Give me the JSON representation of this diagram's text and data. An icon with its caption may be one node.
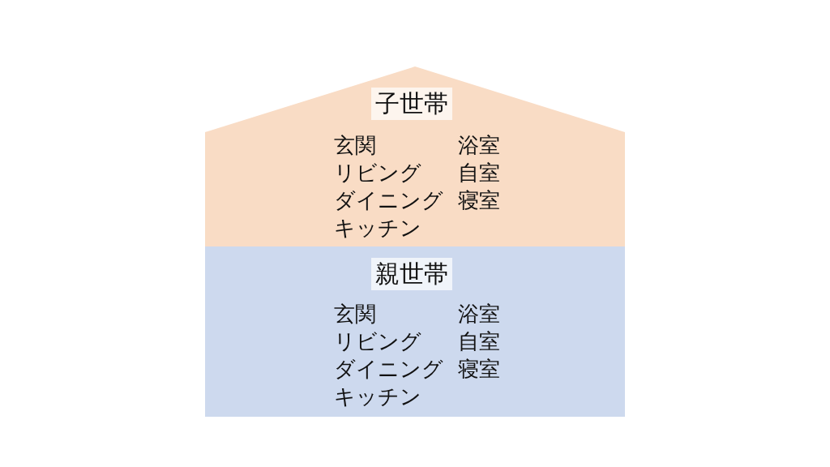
{
  "diagram": {
    "nodes": [
      {
        "text": [
          "子世帯",
          "玄関",
          "リビング",
          "ダイニング",
          "キッチン",
          "浴室",
          "自室",
          "寝室"
        ]
      },
      {
        "text": [
          "親世帯",
          "玄関",
          "リビング",
          "ダイニング",
          "キッチン",
          "浴室",
          "自室",
          "寝室"
        ]
      }
    ]
  }
}
